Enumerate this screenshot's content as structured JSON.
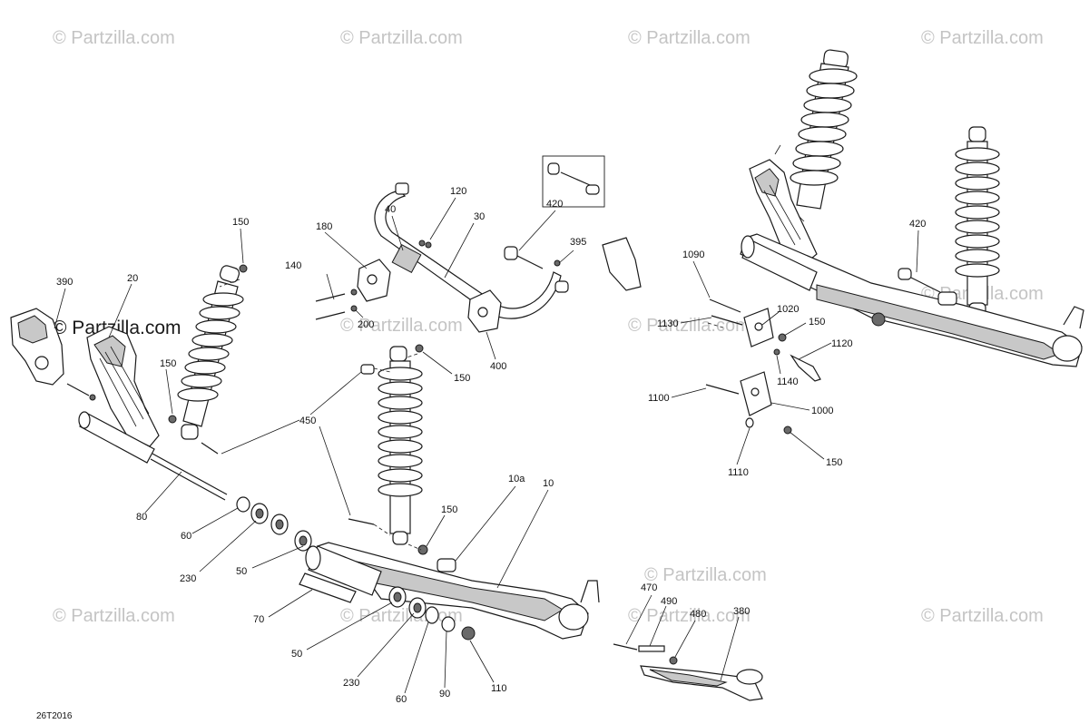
{
  "watermark_text": "© Partzilla.com",
  "reference_code": "26T2016",
  "callouts": {
    "c390": "390",
    "c20": "20",
    "c150a": "150",
    "c150b": "150",
    "c80": "80",
    "c60a": "60",
    "c230a": "230",
    "c50a": "50",
    "c70": "70",
    "c50b": "50",
    "c230b": "230",
    "c60b": "60",
    "c90": "90",
    "c110": "110",
    "c450": "450",
    "c150c": "150",
    "c150d": "150",
    "c10a": "10a",
    "c10": "10",
    "c180": "180",
    "c40": "40",
    "c120": "120",
    "c30": "30",
    "c140": "140",
    "c200": "200",
    "c400": "400",
    "c420a": "420",
    "c395": "395",
    "c470": "470",
    "c490": "490",
    "c480": "480",
    "c380": "380",
    "c1090": "1090",
    "c1130": "1130",
    "c1020": "1020",
    "c150e": "150",
    "c1120": "1120",
    "c1140": "1140",
    "c1100": "1100",
    "c1000": "1000",
    "c1110": "1110",
    "c150f": "150",
    "c420b": "420"
  }
}
